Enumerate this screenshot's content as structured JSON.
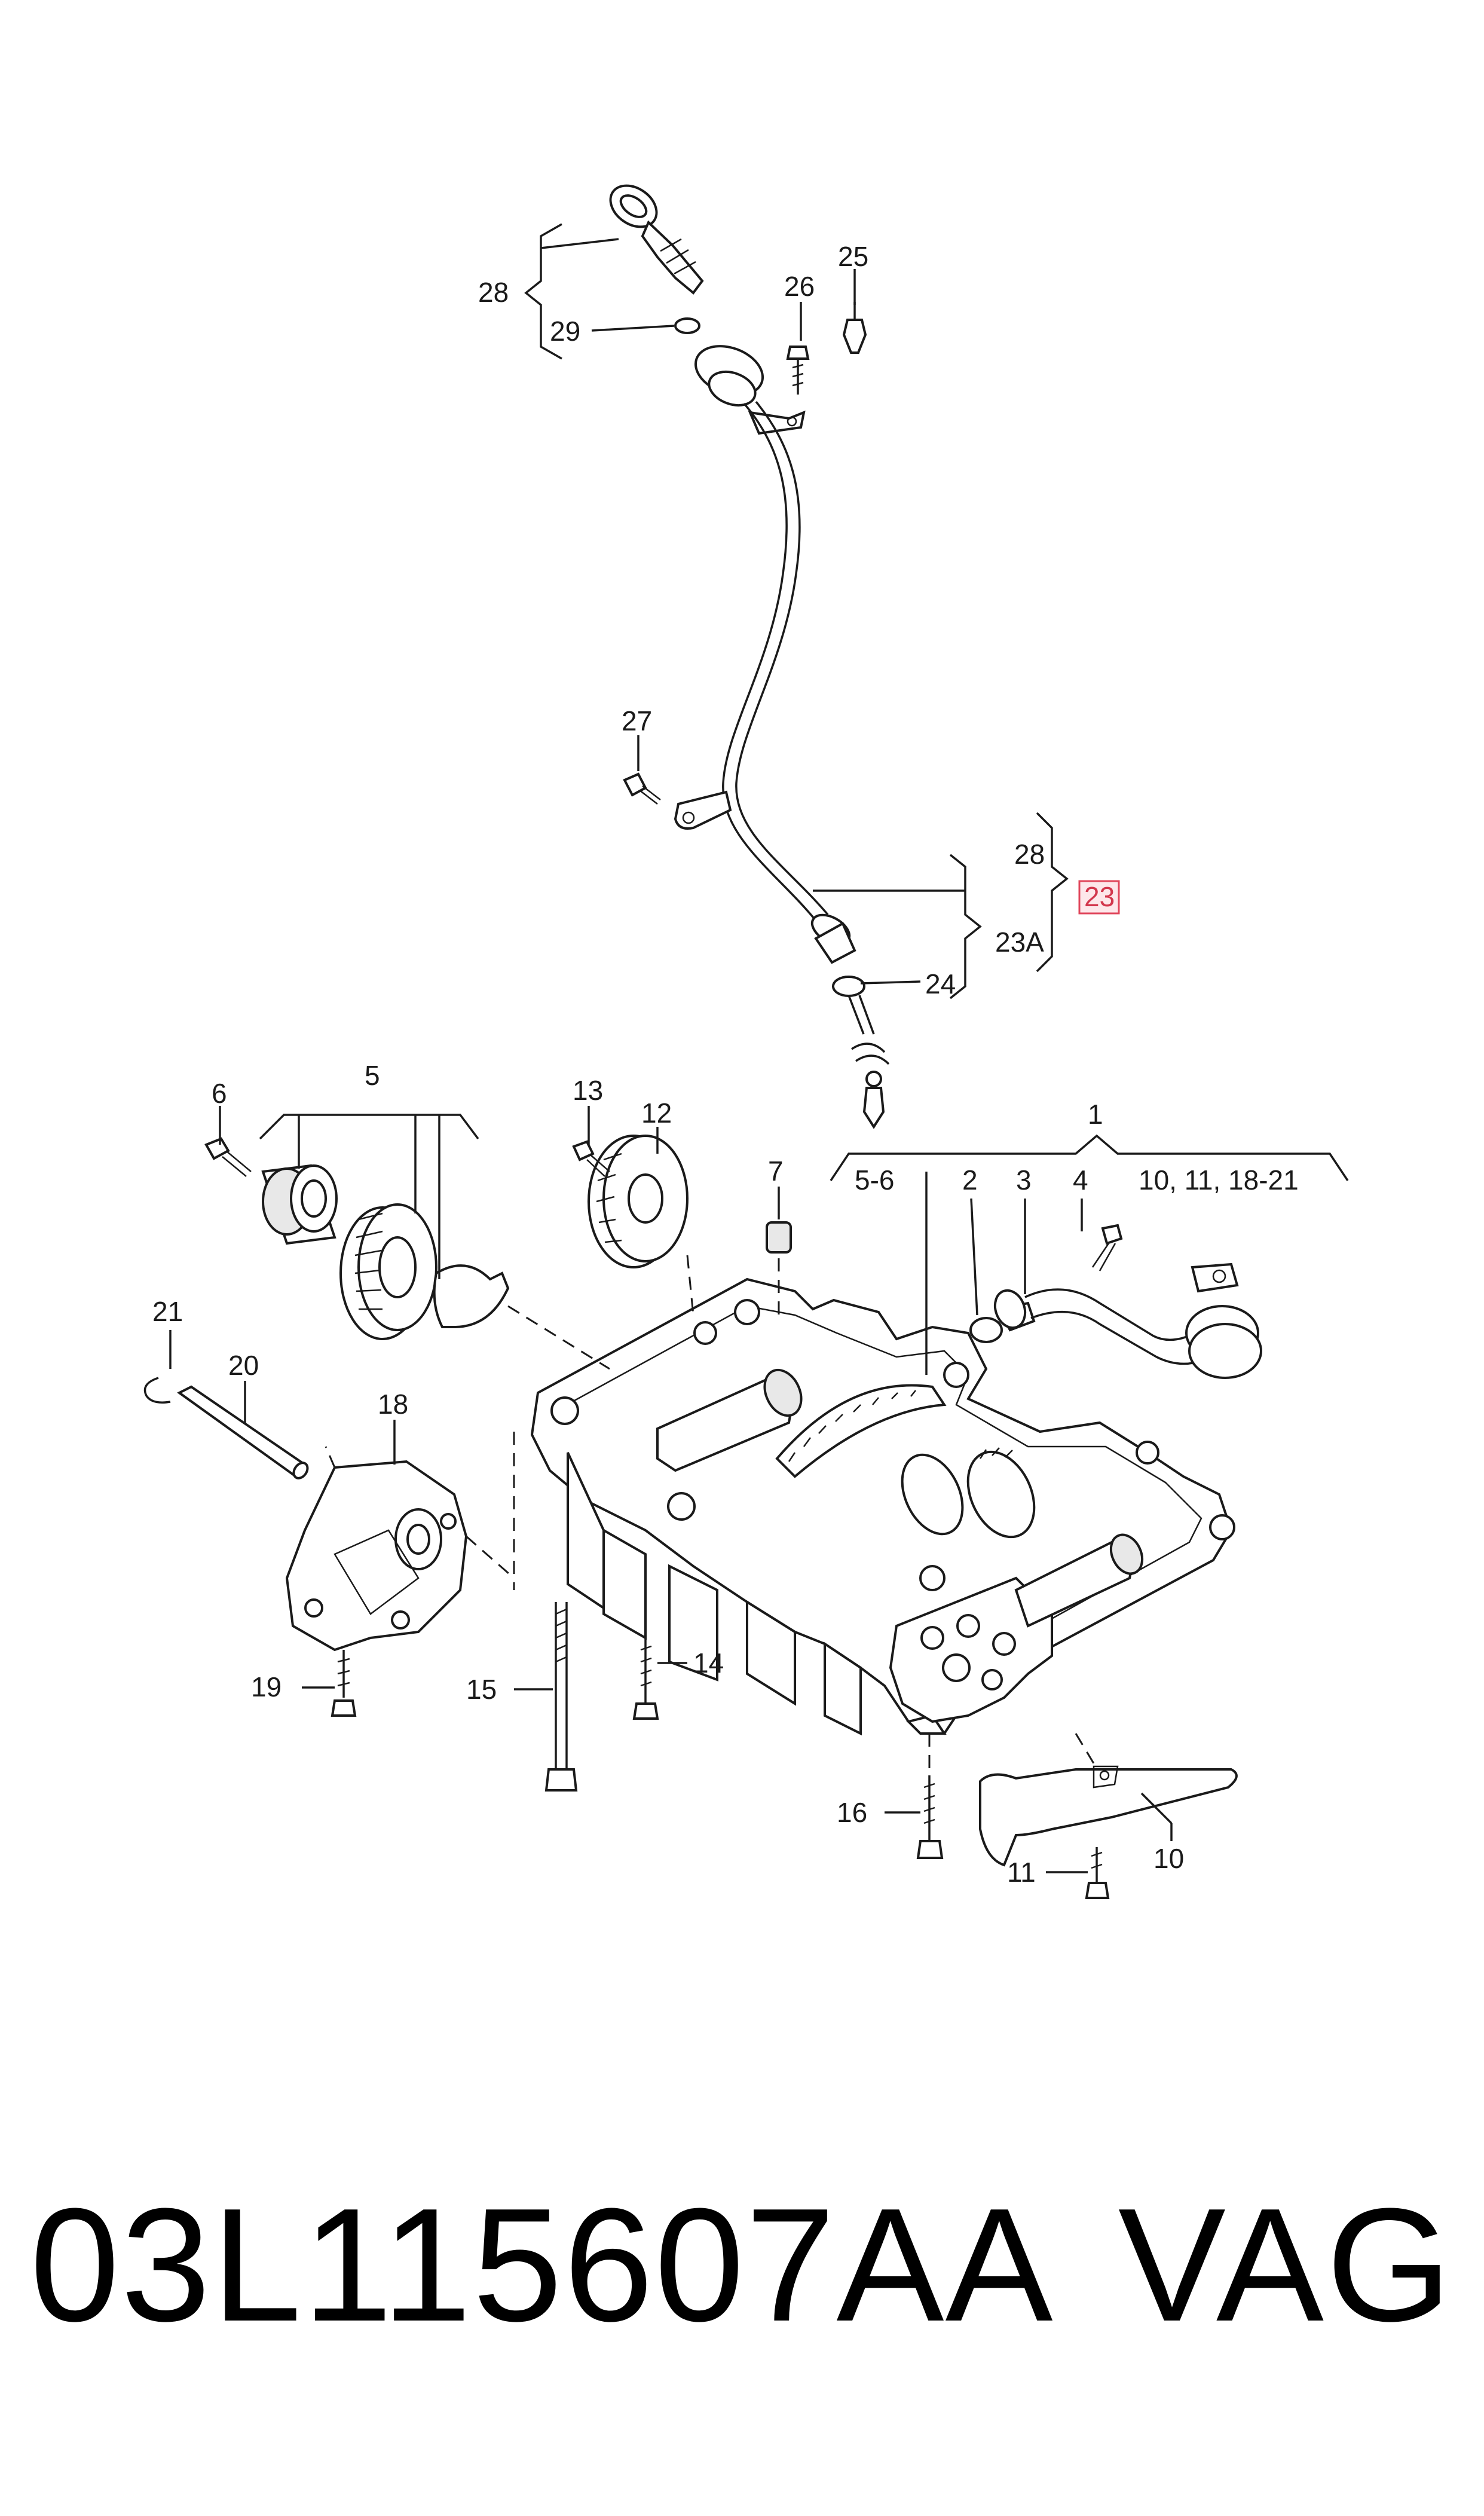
{
  "callouts": {
    "c1": "1",
    "c2": "2",
    "c3": "3",
    "c4": "4",
    "c5": "5",
    "c5_6": "5-6",
    "c6": "6",
    "c7": "7",
    "c10": "10",
    "c10_list": "10, 11, 18-21",
    "c11": "11",
    "c12": "12",
    "c13": "13",
    "c14": "14",
    "c15": "15",
    "c16": "16",
    "c18": "18",
    "c19": "19",
    "c20": "20",
    "c21": "21",
    "c23": "23",
    "c23A": "23A",
    "c24": "24",
    "c25": "25",
    "c26": "26",
    "c27": "27",
    "c28_top": "28",
    "c28_right": "28",
    "c29": "29"
  },
  "highlight": {
    "item": "23",
    "color": "#e0455a"
  },
  "footer": {
    "part_number": "03L115607AA",
    "brand": "VAG"
  }
}
